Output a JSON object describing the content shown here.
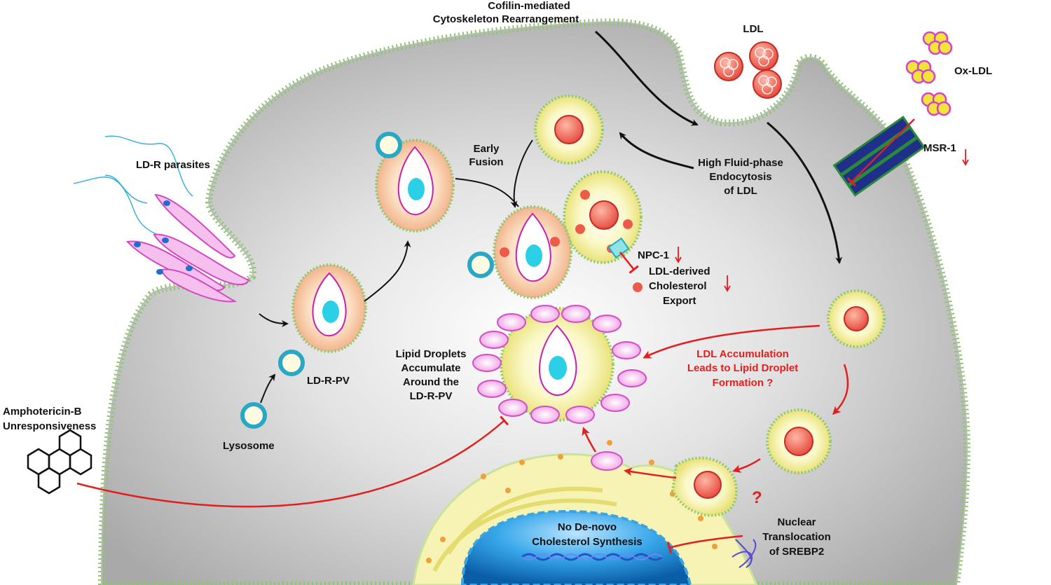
{
  "labels": {
    "cofilin_line1": "Cofilin-mediated",
    "cofilin_line2": "Cytoskeleton Rearrangement",
    "ldl": "LDL",
    "ox_ldl": "Ox-LDL",
    "msr1": "MSR-1",
    "ld_r_parasites": "LD-R parasites",
    "early_line1": "Early",
    "early_line2": "Fusion",
    "fluid_line1": "High Fluid-phase",
    "fluid_line2": "Endocytosis",
    "fluid_line3": "of LDL",
    "npc1": "NPC-1",
    "export_line1": "LDL-derived",
    "export_line2": "Cholesterol",
    "export_line3": "Export",
    "lipid_line1": "Lipid Droplets",
    "lipid_line2": "Accumulate",
    "lipid_line3": "Around the",
    "lipid_line4": "LD-R-PV",
    "ld_r_pv": "LD-R-PV",
    "lysosome": "Lysosome",
    "accum_line1": "LDL Accumulation",
    "accum_line2": "Leads to Lipid Droplet",
    "accum_line3": "Formation ?",
    "ampho_line1": "Amphotericin-B",
    "ampho_line2": "Unresponsiveness",
    "denovo_line1": "No De-novo",
    "denovo_line2": "Cholesterol Synthesis",
    "srebp_line1": "Nuclear",
    "srebp_line2": "Translocation",
    "srebp_line3": "of SREBP2",
    "question": "?"
  },
  "icons": [
    "down-arrow-icon",
    "inhibition-bar-icon",
    "hexagon-molecule-icon",
    "dna-icon"
  ],
  "colors": {
    "membrane_green": "#8bc86b",
    "cytoplasm_grey": "#c9c9c9",
    "parasite_magenta": "#e04fc8",
    "nucleus_blue": "#1a8fd6",
    "ldl_red": "#ee5a4a",
    "oxldl_yellow": "#f2e53a",
    "lipid_pink": "#f2a7e9",
    "inhibit_red": "#e41e1e",
    "lysosome_teal": "#28a8c4",
    "msr_navy": "#1f2f8a"
  }
}
